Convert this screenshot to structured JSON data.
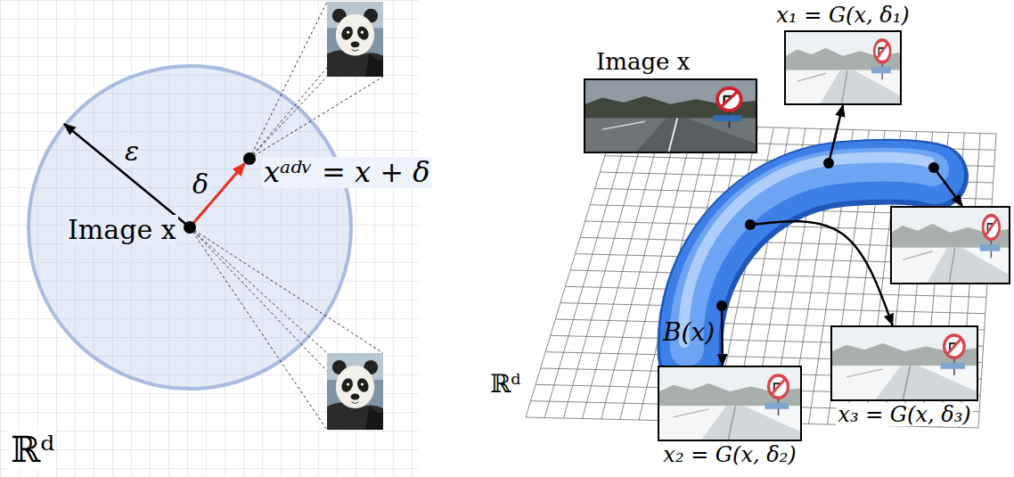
{
  "diagram": {
    "nodes": [
      {
        "text": [
          "ε",
          "δ",
          "Image x"
        ]
      },
      {
        "text": [
          "Image x"
        ]
      },
      {
        "text": [
          "x₁ = G(x, δ₁)"
        ]
      },
      {
        "text": [
          "B(x)"
        ]
      },
      {
        "text": [
          "x₃ = G(x, δ₃)"
        ]
      },
      {
        "text": [
          "x₂ = G(x, δ₂)"
        ]
      }
    ],
    "edges": [
      {
        "from": 3,
        "to": 2,
        "arrow": "to"
      },
      {
        "from": 3,
        "to": 4,
        "arrow": "to"
      },
      {
        "from": 3,
        "to": 5,
        "arrow": "to"
      }
    ],
    "labels": [
      "xᵃᵈᵛ = x + δ",
      "ℝᵈ",
      "ℝᵈ"
    ]
  }
}
